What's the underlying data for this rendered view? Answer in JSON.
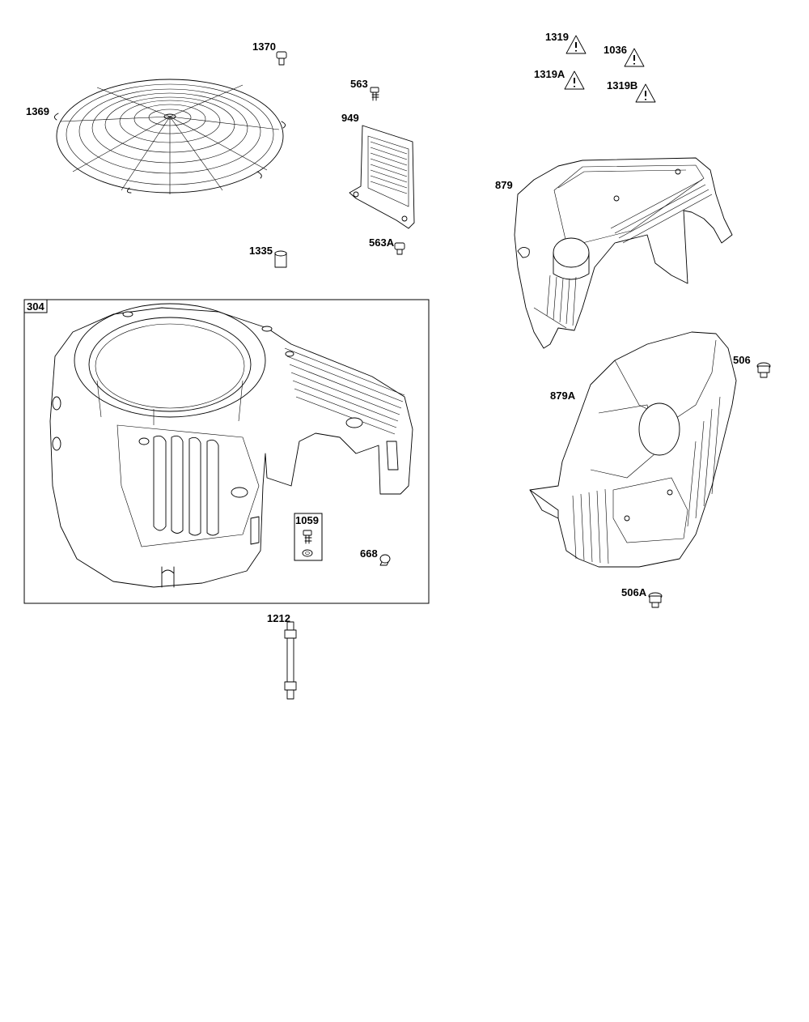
{
  "labels": {
    "l1370": "1370",
    "l1369": "1369",
    "l563": "563",
    "l949": "949",
    "l563A": "563A",
    "l1335": "1335",
    "l1319": "1319",
    "l1036": "1036",
    "l1319A": "1319A",
    "l1319B": "1319B",
    "l879": "879",
    "l304": "304",
    "l1059": "1059",
    "l668": "668",
    "l506": "506",
    "l879A": "879A",
    "l506A": "506A",
    "l1212": "1212"
  },
  "icons": [
    "warning-triangle-icon"
  ],
  "colors": {
    "line": "#000000",
    "background": "#ffffff"
  }
}
